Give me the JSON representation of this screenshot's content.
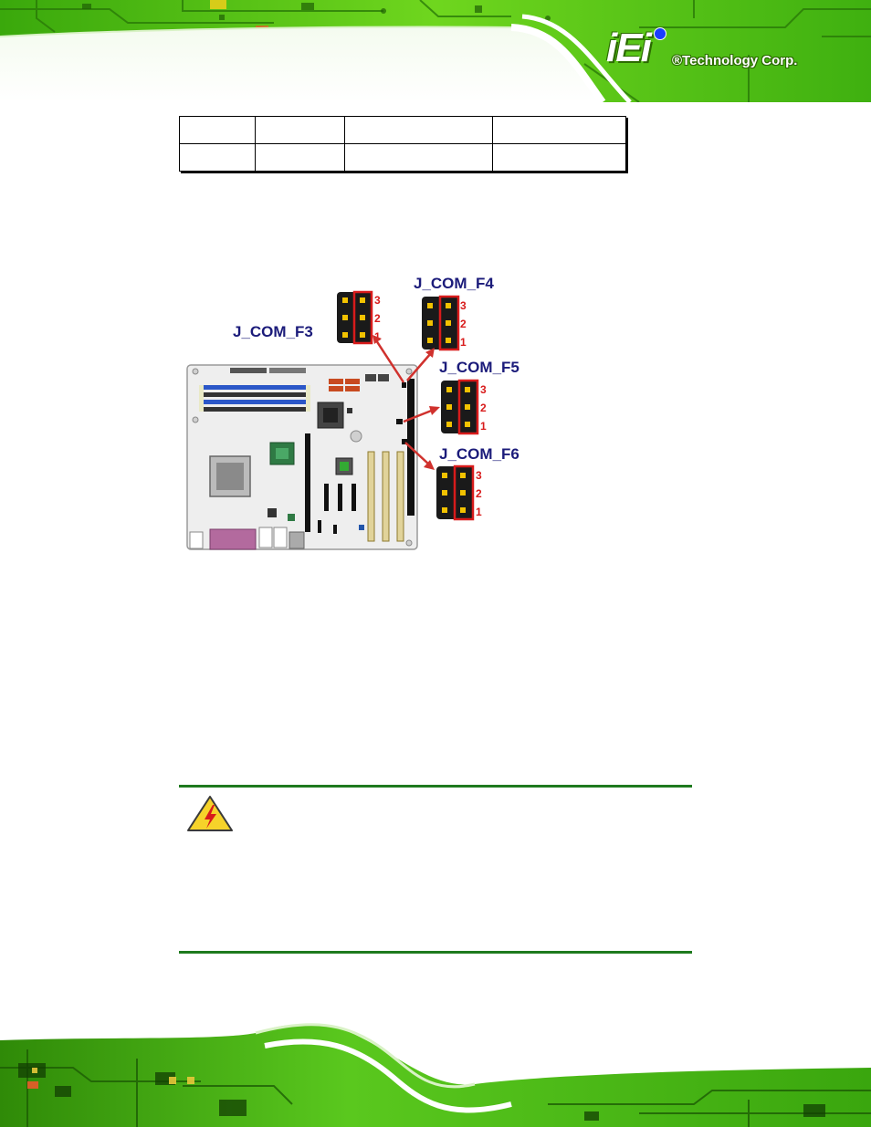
{
  "header": {
    "logo_mark": "iEi",
    "logo_text": "®Technology Corp."
  },
  "table": {
    "rows": [
      [
        "",
        "",
        "",
        ""
      ],
      [
        "",
        "",
        "",
        ""
      ]
    ]
  },
  "figure": {
    "connectors": [
      {
        "label": "J_COM_F3",
        "pins": [
          "3",
          "2",
          "1"
        ]
      },
      {
        "label": "J_COM_F4",
        "pins": [
          "3",
          "2",
          "1"
        ]
      },
      {
        "label": "J_COM_F5",
        "pins": [
          "3",
          "2",
          "1"
        ]
      },
      {
        "label": "J_COM_F6",
        "pins": [
          "3",
          "2",
          "1"
        ]
      }
    ]
  },
  "warning": {
    "icon": "warning-triangle-icon"
  },
  "colors": {
    "brand_green": "#5ac81e",
    "rule_green": "#1e7a1e",
    "label_navy": "#1b1b7a",
    "pin_red": "#d81b1b"
  }
}
